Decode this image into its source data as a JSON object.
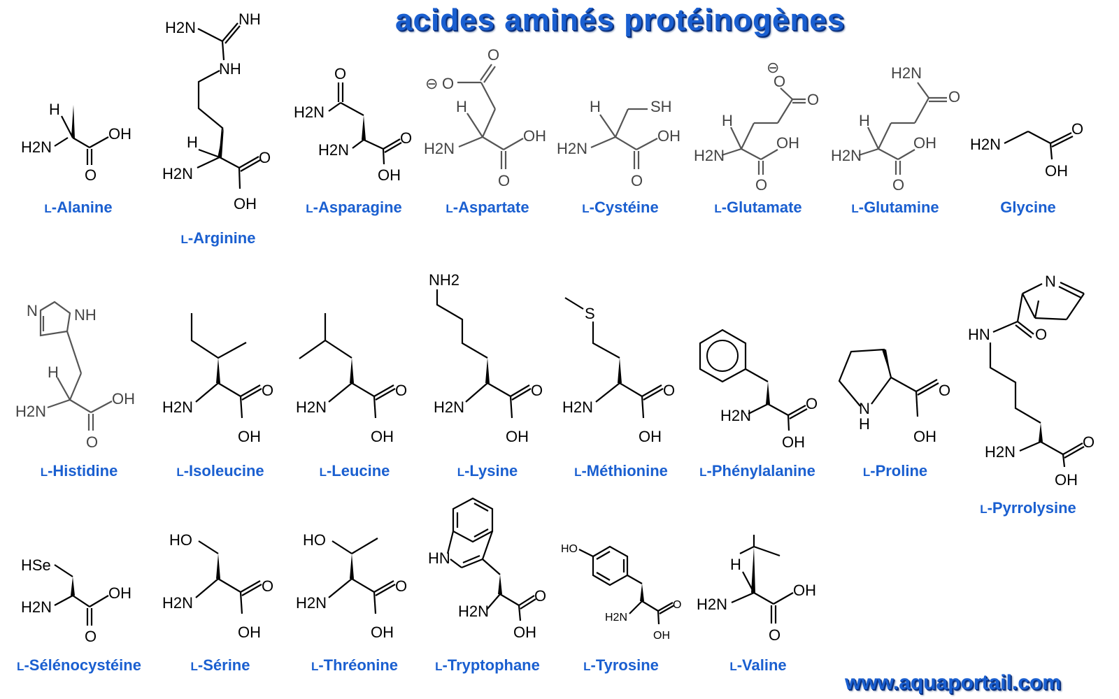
{
  "title": "acides aminés protéinogènes",
  "website": "www.aquaportail.com",
  "amino_acids": [
    {
      "prefix": "L",
      "name": "-Alanine"
    },
    {
      "prefix": "L",
      "name": "-Arginine"
    },
    {
      "prefix": "L",
      "name": "-Asparagine"
    },
    {
      "prefix": "L",
      "name": "-Aspartate"
    },
    {
      "prefix": "L",
      "name": "-Cystéine"
    },
    {
      "prefix": "L",
      "name": "-Glutamate"
    },
    {
      "prefix": "L",
      "name": "-Glutamine"
    },
    {
      "prefix": "",
      "name": "Glycine"
    },
    {
      "prefix": "L",
      "name": "-Histidine"
    },
    {
      "prefix": "L",
      "name": "-Isoleucine"
    },
    {
      "prefix": "L",
      "name": "-Leucine"
    },
    {
      "prefix": "L",
      "name": "-Lysine"
    },
    {
      "prefix": "L",
      "name": "-Méthionine"
    },
    {
      "prefix": "L",
      "name": "-Phénylalanine"
    },
    {
      "prefix": "L",
      "name": "-Proline"
    },
    {
      "prefix": "L",
      "name": "-Pyrrolysine"
    },
    {
      "prefix": "L",
      "name": "-Sélénocystéine"
    },
    {
      "prefix": "L",
      "name": "-Sérine"
    },
    {
      "prefix": "L",
      "name": "-Thréonine"
    },
    {
      "prefix": "L",
      "name": "-Tryptophane"
    },
    {
      "prefix": "L",
      "name": "-Tyrosine"
    },
    {
      "prefix": "L",
      "name": "-Valine"
    }
  ],
  "atoms": {
    "h2n": "H2N",
    "nh2": "NH2",
    "h": "H",
    "oh": "OH",
    "o": "O",
    "ho": "HO",
    "nh": "NH",
    "hn": "HN",
    "n": "N",
    "s": "S",
    "sh": "SH",
    "hse": "HSe",
    "minus": "⊖"
  },
  "colors": {
    "label": "#1a5fd0",
    "title_shadow": "#0b2f7a"
  }
}
